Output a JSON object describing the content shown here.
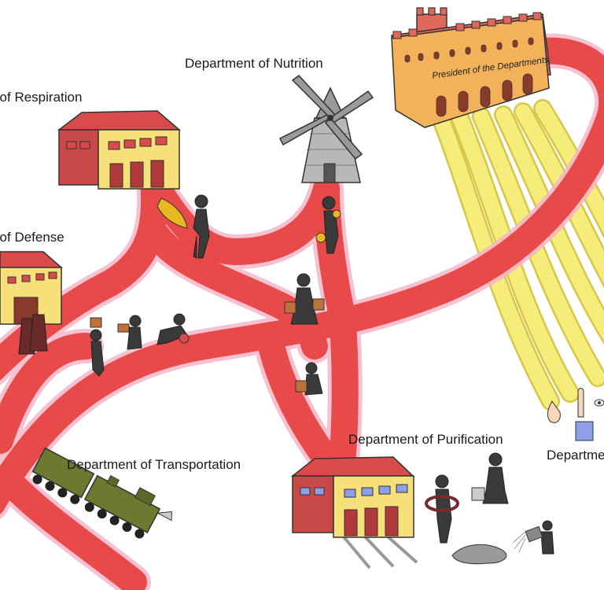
{
  "labels": {
    "respiration": "Department of Respiration",
    "nutrition": "Department of Nutrition",
    "defense": "Department of Defense",
    "transportation": "Department of Transportation",
    "purification": "Department of Purification",
    "partial_right": "Departme"
  },
  "castle_sign": "President of the Departments",
  "colors": {
    "road": "#e84a4a",
    "road_glow": "#f4b4c8",
    "nerve": "#f6ec7a",
    "nerve_edge": "#d8c64a",
    "wall": "#f7df7a",
    "roof": "#d94a4a",
    "figure": "#3a3a3a",
    "castle": "#f3b25a",
    "castle_brick": "#e0685a",
    "train": "#6b7a2e",
    "gold": "#e8b820"
  },
  "icons": [
    "castle-icon",
    "windmill-icon",
    "train-icon",
    "building-icon",
    "person-icon",
    "nose-icon",
    "hand-icon",
    "eye-icon",
    "trash-icon"
  ]
}
